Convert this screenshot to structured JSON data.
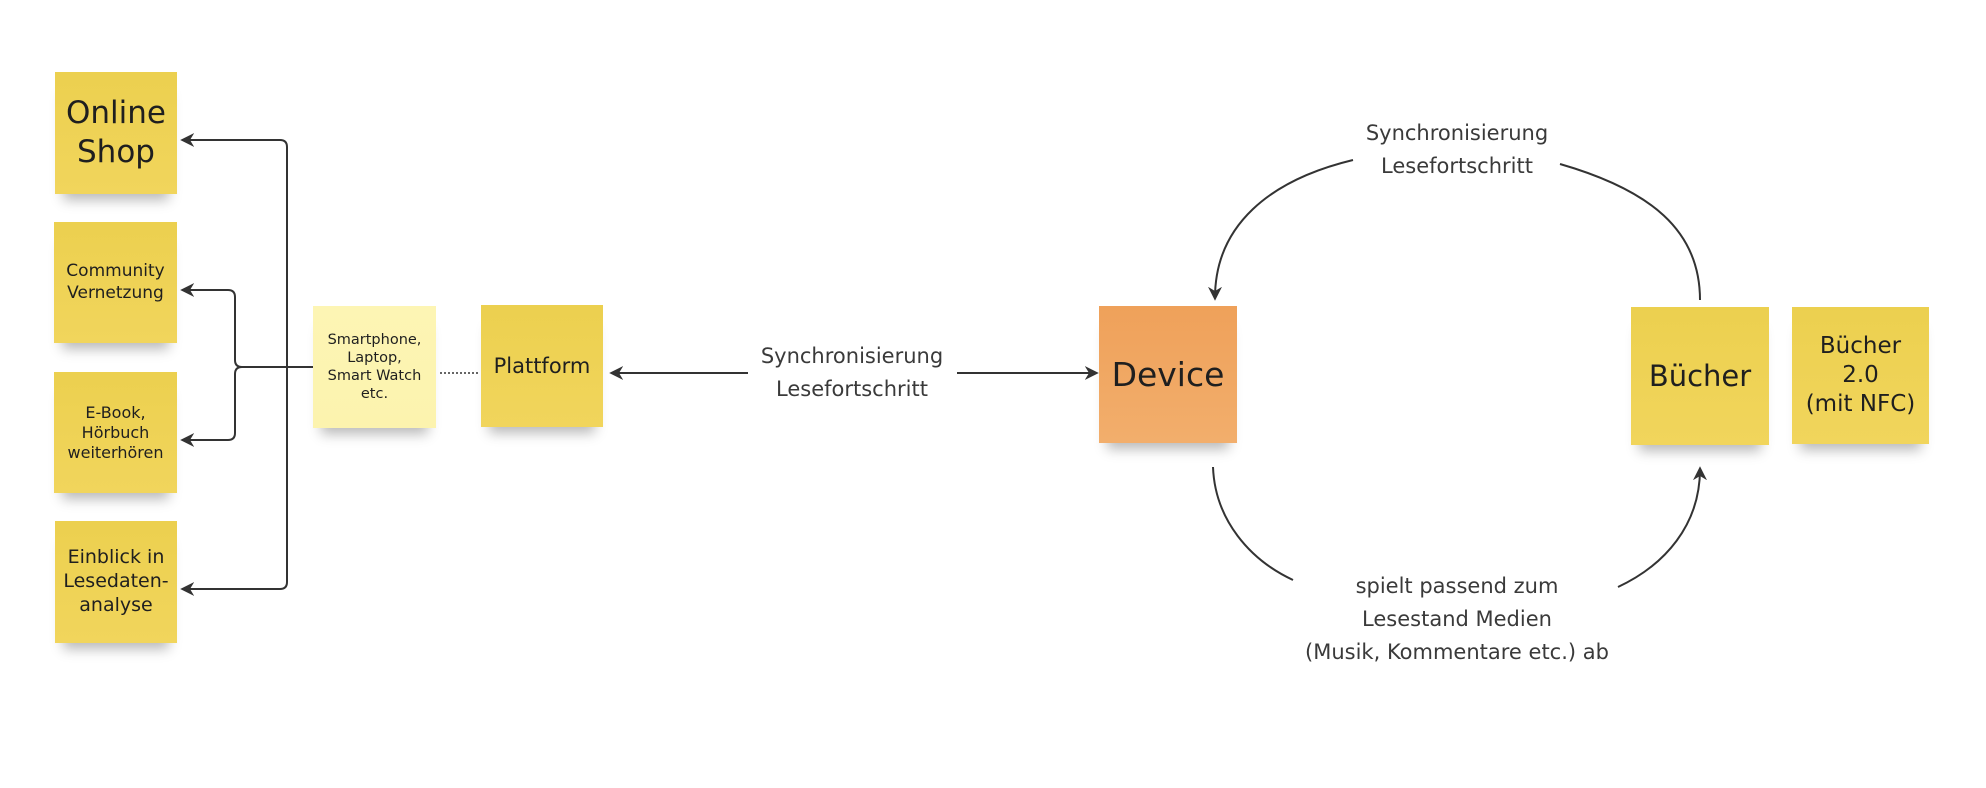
{
  "colors": {
    "note_yellow": "#f0d356",
    "note_light_yellow": "#fdf4b1",
    "note_orange": "#f0a663",
    "connector": "#333333"
  },
  "notes": {
    "online_shop": "Online\nShop",
    "community": "Community\nVernetzung",
    "ebook": "E-Book,\nHörbuch\nweiterhören",
    "einblick": "Einblick in\nLesedaten-\nanalyse",
    "devices": "Smartphone,\nLaptop,\nSmart Watch\netc.",
    "plattform": "Plattform",
    "device": "Device",
    "buecher": "Bücher",
    "buecher2": "Bücher\n2.0\n(mit NFC)"
  },
  "labels": {
    "sync_middle": "Synchronisierung\nLesefortschritt",
    "sync_top": "Synchronisierung\nLesefortschritt",
    "media_bottom": "spielt passend zum\nLesestand Medien\n(Musik, Kommentare etc.) ab"
  }
}
